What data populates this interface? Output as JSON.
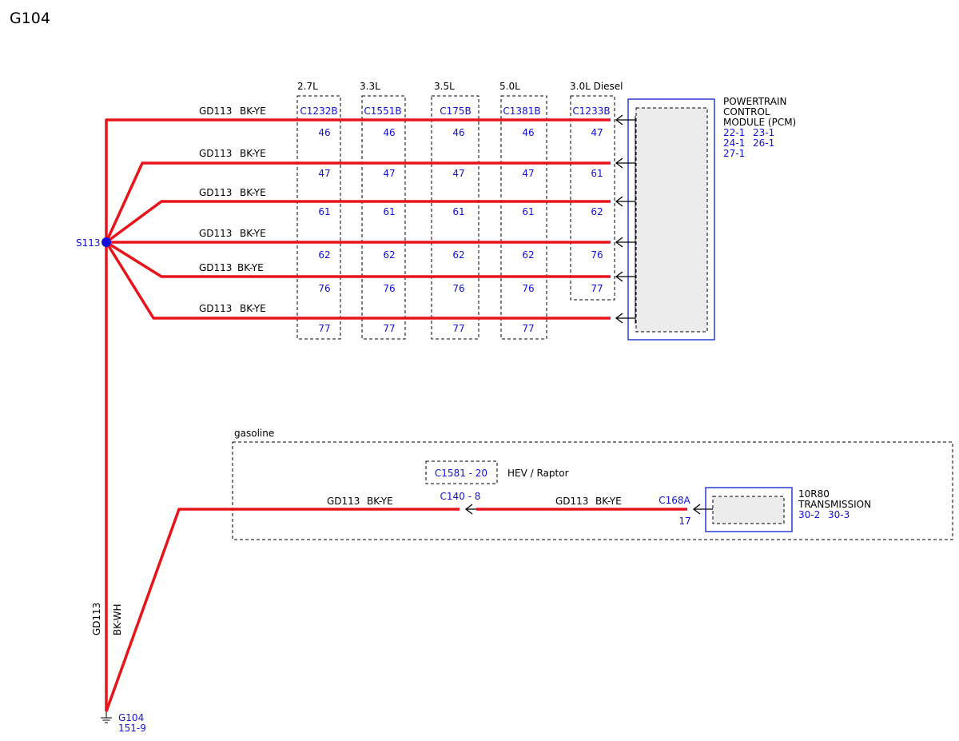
{
  "page_title": "G104",
  "splice": {
    "label": "S113",
    "color": "#1010d8"
  },
  "wire_colors": {
    "wire": "#e8141b",
    "reference": "#1010d8"
  },
  "pcm_wires": [
    {
      "circuit": "GD113",
      "color": "BK-YE"
    },
    {
      "circuit": "GD113",
      "color": "BK-YE"
    },
    {
      "circuit": "GD113",
      "color": "BK-YE"
    },
    {
      "circuit": "GD113",
      "color": "BK-YE"
    },
    {
      "circuit": "GD113",
      "color": "BK-YE"
    },
    {
      "circuit": "GD113",
      "color": "BK-YE"
    }
  ],
  "engine_connectors": [
    {
      "engine": "2.7L",
      "connector": "C1232B",
      "pins": [
        "46",
        "47",
        "61",
        "62",
        "76",
        "77"
      ]
    },
    {
      "engine": "3.3L",
      "connector": "C1551B",
      "pins": [
        "46",
        "47",
        "61",
        "62",
        "76",
        "77"
      ]
    },
    {
      "engine": "3.5L",
      "connector": "C175B",
      "pins": [
        "46",
        "47",
        "61",
        "62",
        "76",
        "77"
      ]
    },
    {
      "engine": "5.0L",
      "connector": "C1381B",
      "pins": [
        "46",
        "47",
        "61",
        "62",
        "76",
        "77"
      ]
    },
    {
      "engine": "3.0L Diesel",
      "connector": "C1233B",
      "pins": [
        "47",
        "61",
        "62",
        "76",
        "77"
      ]
    }
  ],
  "pcm": {
    "name_lines": [
      "POWERTRAIN",
      "CONTROL",
      "MODULE (PCM)"
    ],
    "refs": [
      [
        "22-1",
        "23-1"
      ],
      [
        "24-1",
        "26-1"
      ],
      [
        "27-1"
      ]
    ]
  },
  "gasoline": {
    "label": "gasoline",
    "hev_connector": "C1581  -  20",
    "hev_label": "HEV / Raptor",
    "inline_connector": "C140  -  8",
    "wire_left": {
      "circuit": "GD113",
      "color": "BK-YE"
    },
    "wire_right": {
      "circuit": "GD113",
      "color": "BK-YE"
    },
    "trans_connector": "C168A",
    "trans_pin": "17",
    "trans_name_lines": [
      "10R80",
      "TRANSMISSION"
    ],
    "trans_refs": [
      "30-2",
      "30-3"
    ]
  },
  "ground_wire": {
    "circuit": "GD113",
    "color": "BK-WH"
  },
  "ground": {
    "label": "G104",
    "ref": "151-9"
  }
}
